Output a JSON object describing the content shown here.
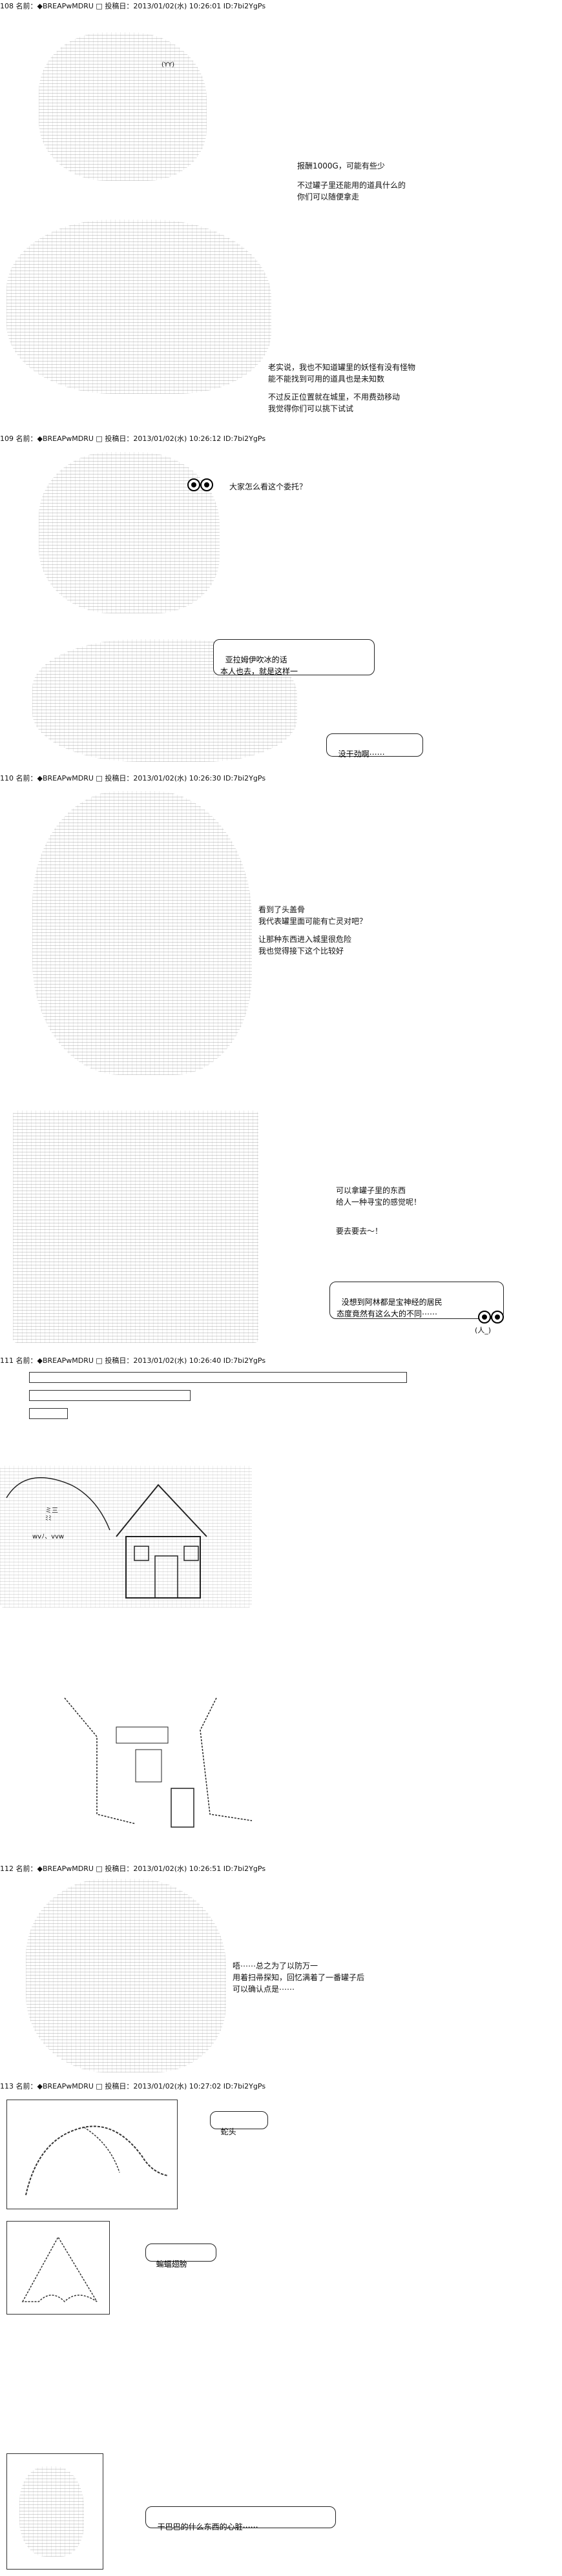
{
  "posts": [
    {
      "num": "108",
      "label": "名前：",
      "name": "◆BREAPwMDRU",
      "icon": "□",
      "date_label": "投稿日：",
      "date": "2013/01/02(水) 10:26:01",
      "id": "ID:7bi2YgPs",
      "lines": [
        "报酬1000G，可能有些少",
        "不过罐子里还能用的道具什么的",
        "你们可以随便拿走",
        "老实说，我也不知道罐里的妖怪有没有怪物",
        "能不能找到可用的道具也是未知数",
        "不过反正位置就在城里，不用费劲移动",
        "我觉得你们可以挑下试试"
      ]
    },
    {
      "num": "109",
      "label": "名前：",
      "name": "◆BREAPwMDRU",
      "icon": "□",
      "date_label": "投稿日：",
      "date": "2013/01/02(水) 10:26:12",
      "id": "ID:7bi2YgPs",
      "lines": [
        "大家怎么看这个委托？",
        "亚拉姆伊吹冰的话",
        "本人也去，就是这样一",
        "没干劲啊⋯⋯"
      ]
    },
    {
      "num": "110",
      "label": "名前：",
      "name": "◆BREAPwMDRU",
      "icon": "□",
      "date_label": "投稿日：",
      "date": "2013/01/02(水) 10:26:30",
      "id": "ID:7bi2YgPs",
      "lines": [
        "看到了头盖骨",
        "我代表罐里面可能有亡灵对吧？",
        "让那种东西进入城里很危险",
        "我也觉得接下这个比较好",
        "可以拿罐子里的东西",
        "给人一种寻宝的感觉呢！",
        "要去要去～！",
        "没想到阿林都是宝神经的居民",
        "态度竟然有这么大的不同⋯⋯"
      ]
    },
    {
      "num": "111",
      "label": "名前：",
      "name": "◆BREAPwMDRU",
      "icon": "□",
      "date_label": "投稿日：",
      "date": "2013/01/02(水) 10:26:40",
      "id": "ID:7bi2YgPs",
      "lines": []
    },
    {
      "num": "112",
      "label": "名前：",
      "name": "◆BREAPwMDRU",
      "icon": "□",
      "date_label": "投稿日：",
      "date": "2013/01/02(水) 10:26:51",
      "id": "ID:7bi2YgPs",
      "lines": [
        "唔⋯⋯总之为了以防万一",
        "用着扫帚探知，回忆满着了一番罐子后",
        "可以确认点是⋯⋯"
      ]
    },
    {
      "num": "113",
      "label": "名前：",
      "name": "◆BREAPwMDRU",
      "icon": "□",
      "date_label": "投稿日：",
      "date": "2013/01/02(水) 10:27:02",
      "id": "ID:7bi2YgPs",
      "lines": [
        "蛇头",
        "蝙蝠翅膀",
        "干巴巴的什么东西的心脏⋯⋯"
      ]
    }
  ],
  "aa_text": {
    "yy": "(YY)",
    "face": "(人_)",
    "sign_lines": "ミ三\nﾐﾐ",
    "moko": "wvﾉ、vvw"
  }
}
